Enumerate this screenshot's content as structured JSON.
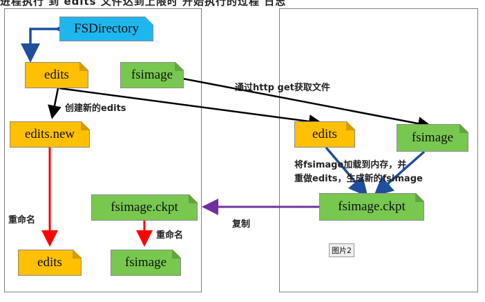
{
  "top_fragment": "进程执行 到 edits 文件达到上限时 开始执行的过程 日志",
  "nodes": {
    "fsdirectory": "FSDirectory",
    "edits_left": "edits",
    "fsimage_left": "fsimage",
    "edits_new": "edits.new",
    "fsimage_ckpt_left": "fsimage.ckpt",
    "edits_bottom": "edits",
    "fsimage_bottom": "fsimage",
    "edits_right": "edits",
    "fsimage_right": "fsimage",
    "fsimage_ckpt_right": "fsimage.ckpt"
  },
  "labels": {
    "create_new_edits": "创建新的edits",
    "http_get": "通过http get获取文件",
    "load_line1": "将fsimage加载到内存，并",
    "load_line2": "重做edits，生成新的fsimage",
    "rename_left": "重命名",
    "rename_mid": "重命名",
    "copy": "复制"
  },
  "caption": "图片2",
  "colors": {
    "blue_box": "#1fb6ee",
    "orange_box": "#ffc000",
    "green_box": "#78c850",
    "arrow_black": "#000000",
    "arrow_blue": "#1f4e9c",
    "arrow_red": "#ff0000",
    "arrow_purple": "#7030a0"
  }
}
